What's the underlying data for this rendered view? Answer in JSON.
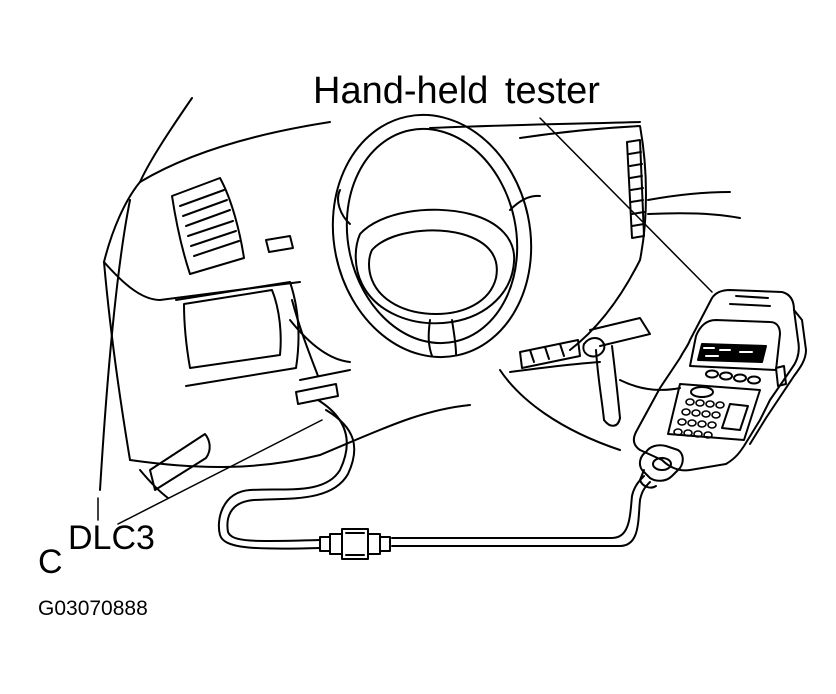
{
  "labels": {
    "tester": "Hand-held tester",
    "connector": "DLC3",
    "corner_mark": "C",
    "figure_code": "G03070888"
  },
  "colors": {
    "line": "#000000",
    "background": "#ffffff",
    "screen": "#000000"
  }
}
